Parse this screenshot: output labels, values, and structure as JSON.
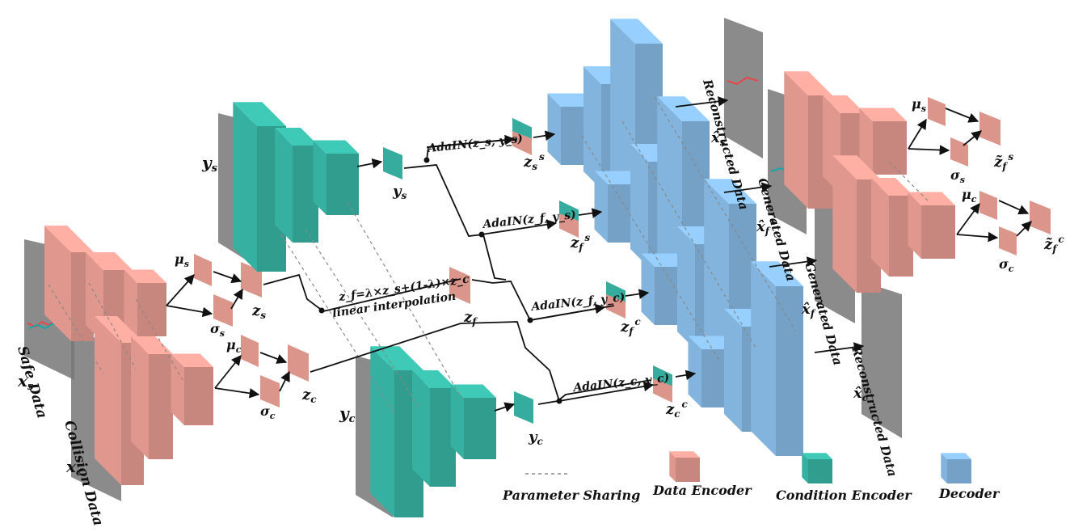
{
  "labels": {
    "safe_data": "Safe Data",
    "x_s": "x",
    "x_s_sub": "s",
    "collision_data": "Collision Data",
    "x_c": "x",
    "x_c_sub": "c",
    "mu_s": "μ",
    "mu_s_sub": "s",
    "sigma_s": "σ",
    "sigma_s_sub": "s",
    "z_s": "z",
    "z_s_sub": "s",
    "mu_c": "μ",
    "mu_c_sub": "c",
    "sigma_c": "σ",
    "sigma_c_sub": "c",
    "z_c": "z",
    "z_c_sub": "c",
    "y_s_left": "y",
    "y_s_left_sub": "s",
    "y_s_vec": "y",
    "y_s_vec_sub": "s",
    "y_c_left": "y",
    "y_c_left_sub": "c",
    "y_c_vec": "y",
    "y_c_vec_sub": "c",
    "interp_formula": "z_f=λ×z_s+(1-λ)×z_c",
    "linear_interpolation": "linear interpolation",
    "z_f": "z",
    "z_f_sub": "f",
    "adain_1": "AdaIN(z_s, y_s)",
    "adain_2": "AdaIN(z_f, y_s)",
    "adain_3": "AdaIN(z_f, y_c)",
    "adain_4": "AdaIN(z_c, y_c)",
    "zs_s": "z",
    "zs_s_sub": "s",
    "zs_s_sup": "s",
    "zf_s": "z",
    "zf_s_sub": "f",
    "zf_s_sup": "s",
    "zf_c": "z",
    "zf_c_sub": "f",
    "zf_c_sup": "c",
    "zc_c": "z",
    "zc_c_sub": "c",
    "zc_c_sup": "c",
    "reconstructed_data_top": "Reconstructed Data",
    "xhat_s": "x̂",
    "xhat_s_sub": "s",
    "generated_data_1": "Generated Data",
    "xhat_f_s": "x̂",
    "xhat_f_s_sub": "f",
    "xhat_f_s_sup": "s",
    "generated_data_2": "Generated Data",
    "xhat_f_c": "x̂",
    "xhat_f_c_sub": "f",
    "xhat_f_c_sup": "c",
    "reconstructed_data_bottom": "Reconstructed Data",
    "xhat_c": "x̂",
    "xhat_c_sub": "c",
    "mu_s_r": "μ",
    "mu_s_r_sub": "s",
    "sigma_s_r": "σ",
    "sigma_s_r_sub": "s",
    "ztilde_s": "z̃",
    "ztilde_s_sub": "f",
    "ztilde_s_sup": "s",
    "mu_c_r": "μ",
    "mu_c_r_sub": "c",
    "sigma_c_r": "σ",
    "sigma_c_r_sub": "c",
    "ztilde_c": "z̃",
    "ztilde_c_sub": "f",
    "ztilde_c_sup": "c"
  },
  "legend": {
    "parameter_sharing": "Parameter Sharing",
    "data_encoder": "Data Encoder",
    "condition_encoder": "Condition Encoder",
    "decoder": "Decoder"
  },
  "colors": {
    "data_encoder": "#f4a59a",
    "condition_encoder": "#3bbfae",
    "decoder": "#8ec4f0",
    "arrow": "#111111",
    "signal_red": "#e8474a",
    "signal_cyan": "#1aa6a6"
  }
}
